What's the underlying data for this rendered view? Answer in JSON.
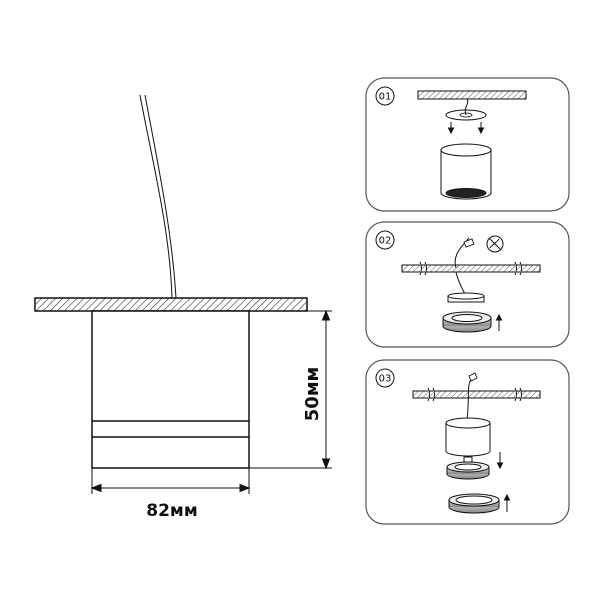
{
  "dimensions": {
    "width_label": "82мм",
    "height_label": "50мм"
  },
  "steps": [
    {
      "number": "01"
    },
    {
      "number": "02"
    },
    {
      "number": "03"
    }
  ],
  "colors": {
    "line": "#111111",
    "panel_border": "#555555",
    "hatch": "#444444",
    "ring": "#999999"
  }
}
